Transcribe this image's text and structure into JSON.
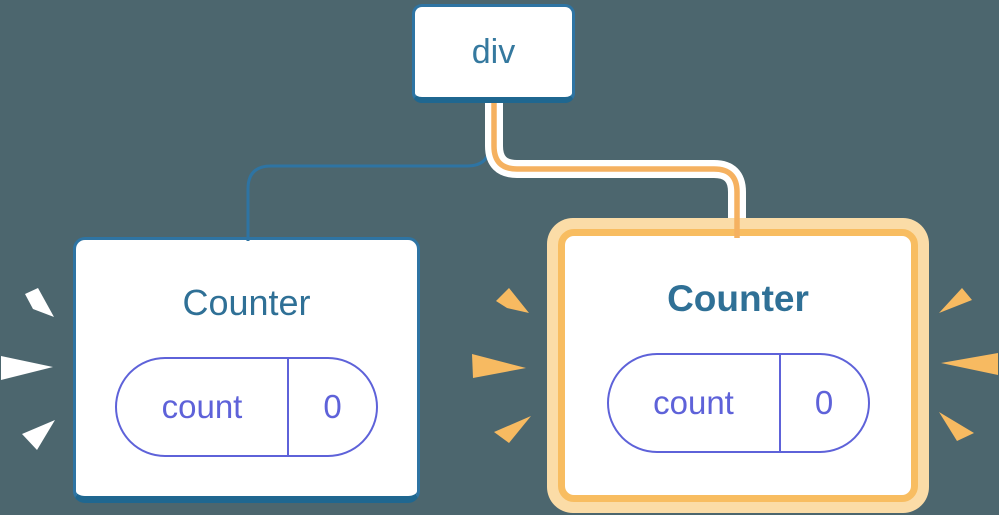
{
  "colors": {
    "bg": "#4C666E",
    "card": "#FFFFFF",
    "blue-border": "#2E74A3",
    "blue-border-dark": "#1F6790",
    "blue-line": "#2E74A3",
    "blue-text": "#35799F",
    "teal-text": "#2F7096",
    "indigo": "#5E62D9",
    "orange": "#F5B160",
    "orange-mid": "#F8BD61",
    "orange-outer": "#FBDCA7",
    "spark-orange": "#F7BA61",
    "spark-white": "#FFFFFF"
  },
  "tree": {
    "root": {
      "label": "div"
    },
    "children": [
      {
        "label": "Counter",
        "state": {
          "key": "count",
          "value": "0"
        },
        "highlighted": false
      },
      {
        "label": "Counter",
        "state": {
          "key": "count",
          "value": "0"
        },
        "highlighted": true
      }
    ]
  }
}
